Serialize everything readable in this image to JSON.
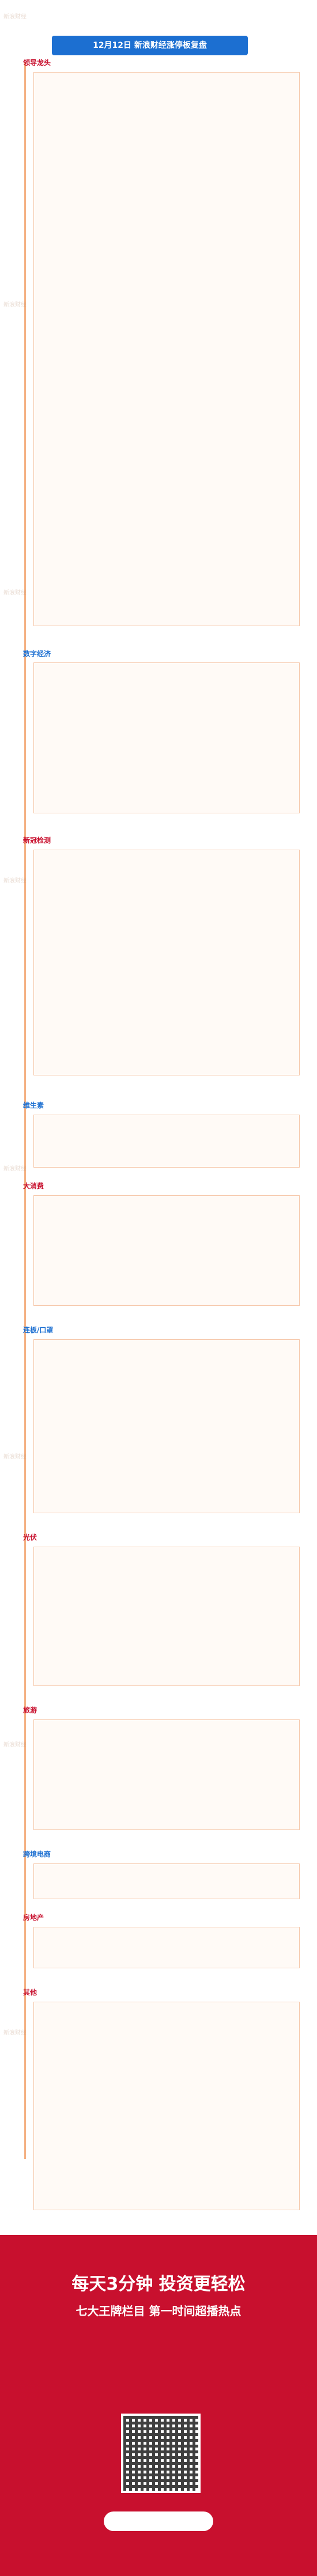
{
  "header": {
    "title": "12月12日 新浪财经涨停板复盘"
  },
  "sections": [
    {
      "label": "领导龙头"
    },
    {
      "label": "数字经济"
    },
    {
      "label": "新冠检测"
    },
    {
      "label": "维生素"
    },
    {
      "label": "大消费"
    },
    {
      "label": "连板/口罩"
    },
    {
      "label": "光伏"
    },
    {
      "label": "旅游"
    },
    {
      "label": "跨境电商"
    },
    {
      "label": "房地产"
    },
    {
      "label": "其他"
    }
  ],
  "watermark": {
    "text": "新浪财经"
  },
  "footer": {
    "line1": "每天3分钟 投资更轻松",
    "line2": "七大王牌栏目 第一时间超播热点",
    "button": ""
  }
}
